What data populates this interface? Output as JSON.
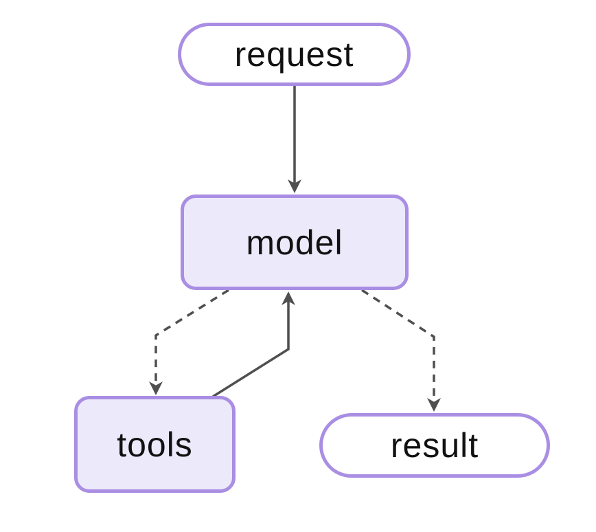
{
  "diagram": {
    "type": "flowchart",
    "direction": "top-down",
    "background_color": "#ffffff",
    "node_border_color": "#a98ee3",
    "process_fill_color": "#ece9fa",
    "terminal_fill_color": "#ffffff",
    "edge_color": "#4f4f4f",
    "text_color": "#111111",
    "nodes": {
      "request": {
        "label": "request",
        "shape": "stadium"
      },
      "model": {
        "label": "model",
        "shape": "rounded-rectangle"
      },
      "tools": {
        "label": "tools",
        "shape": "rounded-rectangle"
      },
      "result": {
        "label": "result",
        "shape": "stadium"
      }
    },
    "edges": [
      {
        "from": "request",
        "to": "model",
        "style": "solid",
        "arrow": "arrowhead"
      },
      {
        "from": "model",
        "to": "tools",
        "style": "dashed",
        "arrow": "arrowhead"
      },
      {
        "from": "tools",
        "to": "model",
        "style": "solid",
        "arrow": "arrowhead"
      },
      {
        "from": "model",
        "to": "result",
        "style": "dashed",
        "arrow": "arrowhead"
      }
    ]
  }
}
